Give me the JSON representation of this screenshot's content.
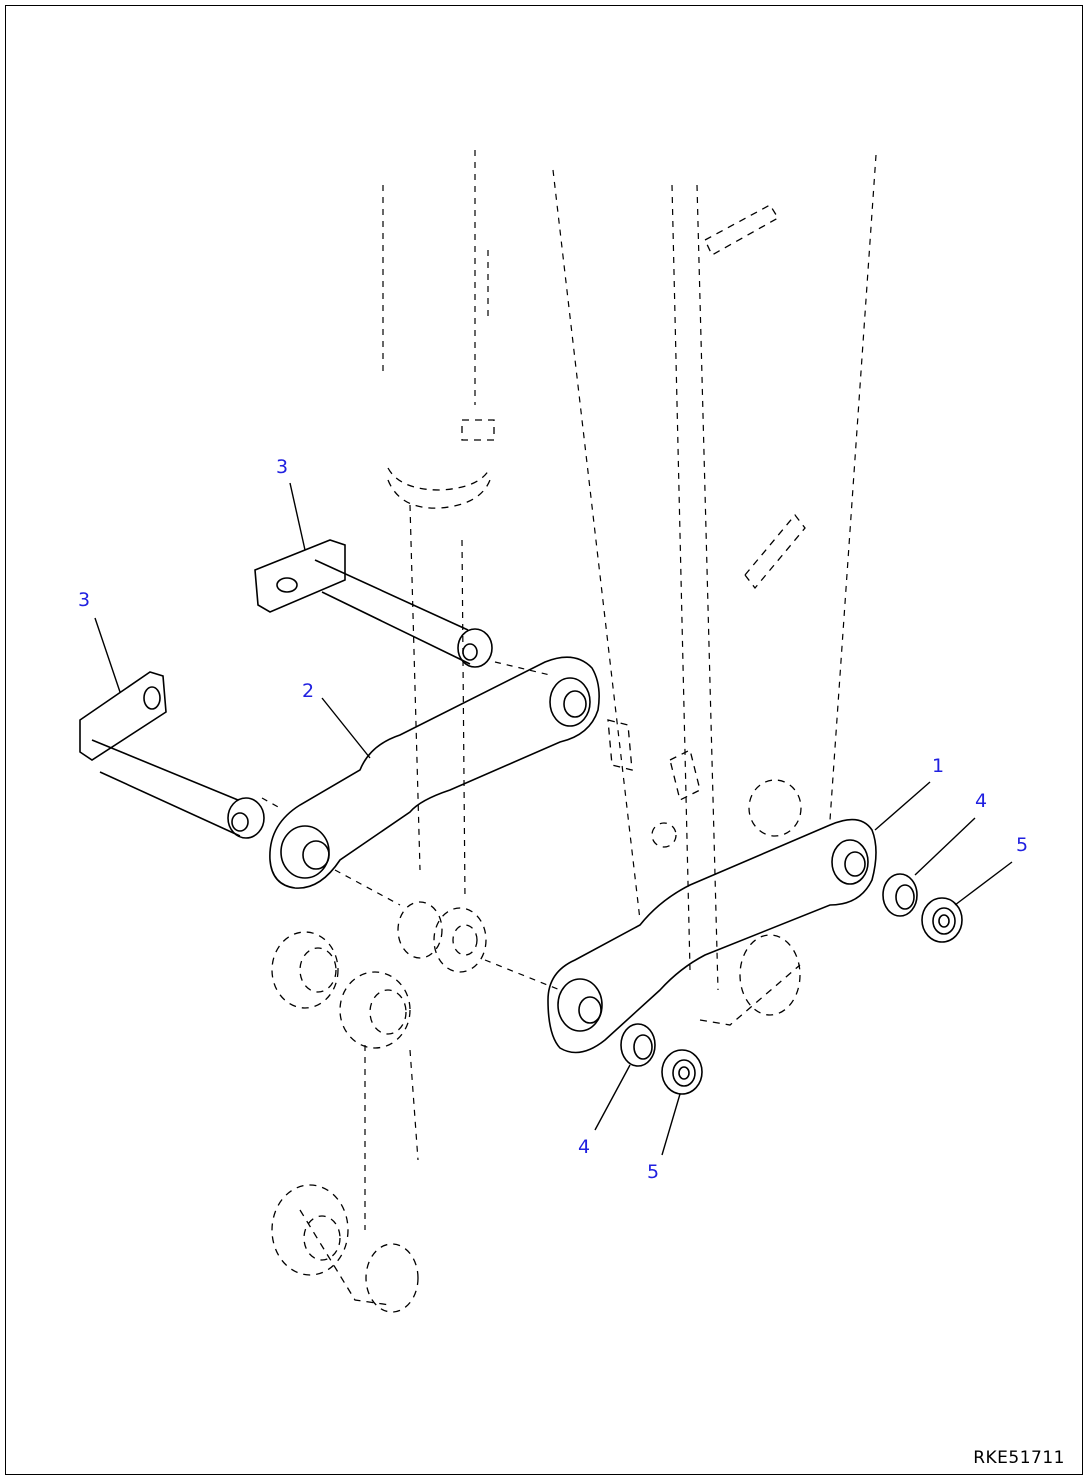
{
  "callouts": [
    "1",
    "2",
    "3",
    "3",
    "4",
    "4",
    "5",
    "5"
  ],
  "drawing_id": "RKE51711",
  "colors": {
    "callout": "#2020e0",
    "line": "#000000",
    "background": "#ffffff"
  }
}
